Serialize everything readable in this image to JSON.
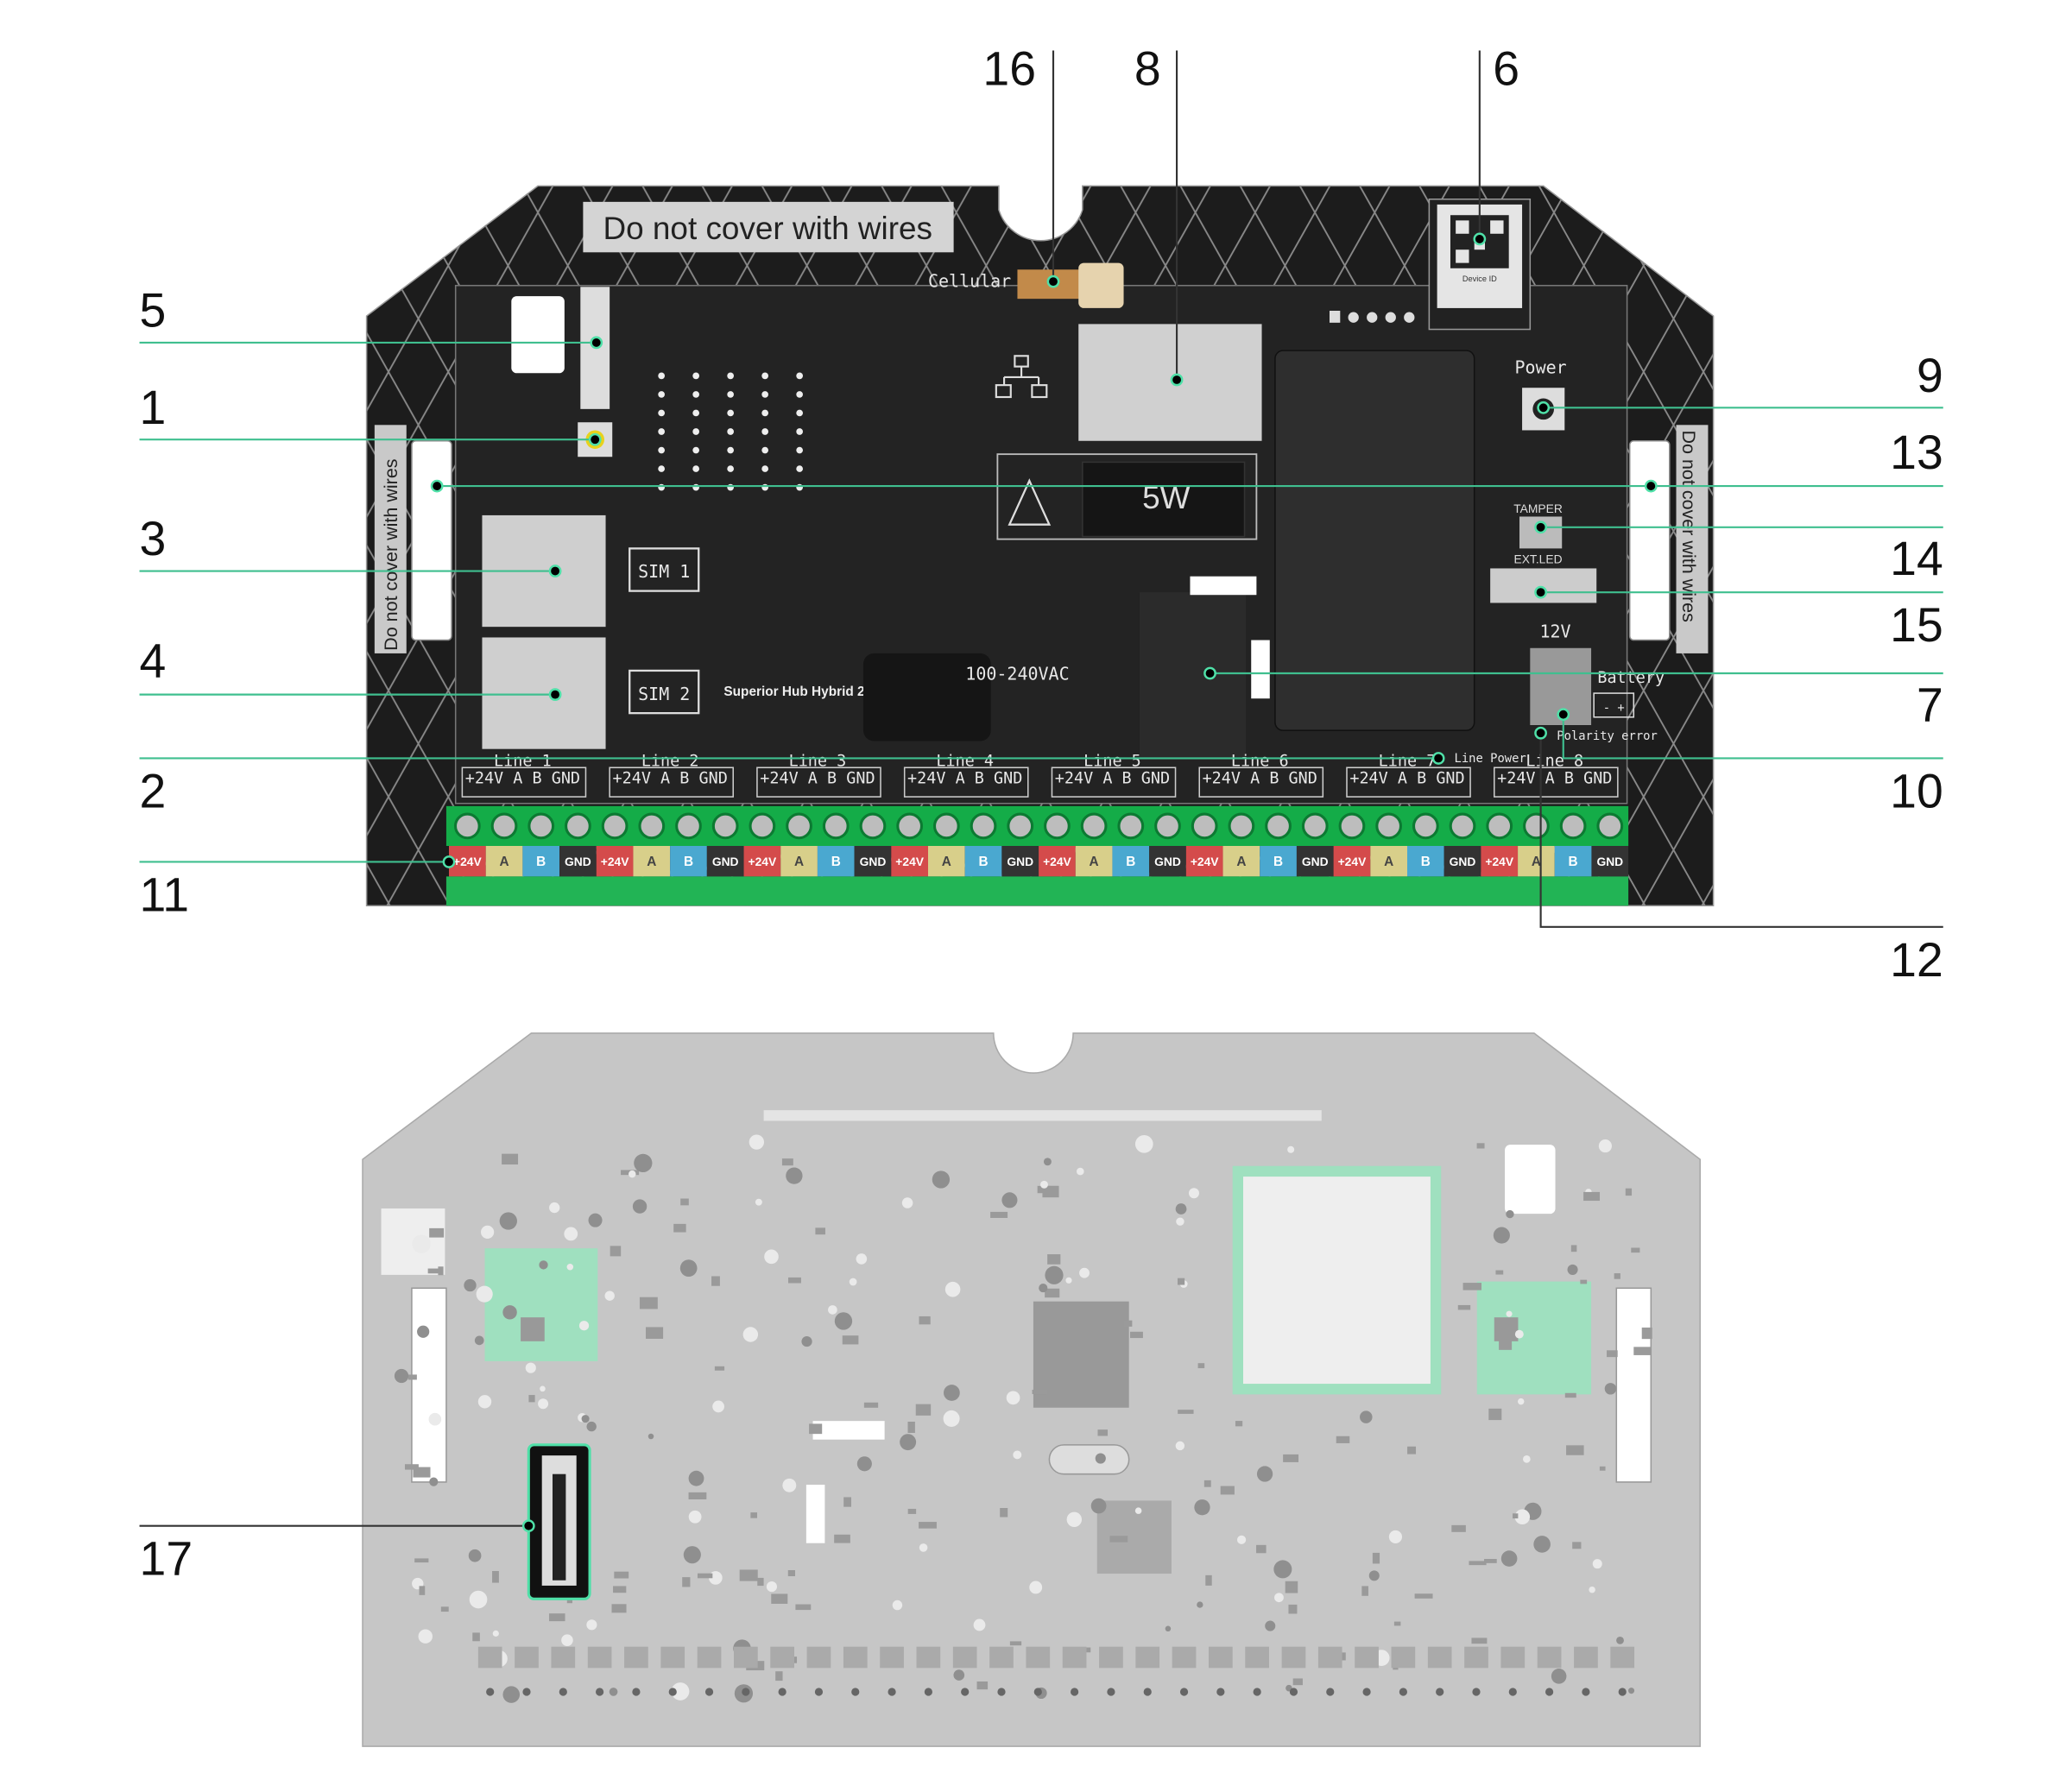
{
  "callouts": {
    "n1": "1",
    "n2": "2",
    "n3": "3",
    "n4": "4",
    "n5": "5",
    "n6": "6",
    "n7": "7",
    "n8": "8",
    "n9": "9",
    "n10": "10",
    "n11": "11",
    "n12": "12",
    "n13": "13",
    "n14": "14",
    "n15": "15",
    "n16": "16",
    "n17": "17"
  },
  "board": {
    "warning_label": "Do not cover with wires",
    "side_label_left": "Do not cover with wires",
    "side_label_right": "Do not cover with wires",
    "cellular": "Cellular",
    "device_id": "Device ID",
    "power": "Power",
    "heater": "5W",
    "tamper": "TAMPER",
    "ext_led": "EXT.LED",
    "v12": "12V",
    "battery": "Battery",
    "battery_polarity": "- +",
    "polarity_error": "Polarity error",
    "mains": "100-240VAC",
    "model": "Superior Hub Hybrid 2",
    "sim1": "SIM 1",
    "sim2": "SIM 2",
    "line_power": "Line Power",
    "terminal_header": "+24V A B GND"
  },
  "lines": [
    "Line 1",
    "Line 2",
    "Line 3",
    "Line 4",
    "Line 5",
    "Line 6",
    "Line 7",
    "Line 8"
  ],
  "terminals": [
    {
      "label": "+24V",
      "color": "#d44b4b"
    },
    {
      "label": "A",
      "color": "#d8cf8a"
    },
    {
      "label": "B",
      "color": "#4aa8d0"
    },
    {
      "label": "GND",
      "color": "#333333"
    }
  ],
  "colors": {
    "accent": "#3fbf8f",
    "board": "#1e1e1e",
    "terminal_green": "#18b14c",
    "rear_board": "#c6c6c6"
  }
}
